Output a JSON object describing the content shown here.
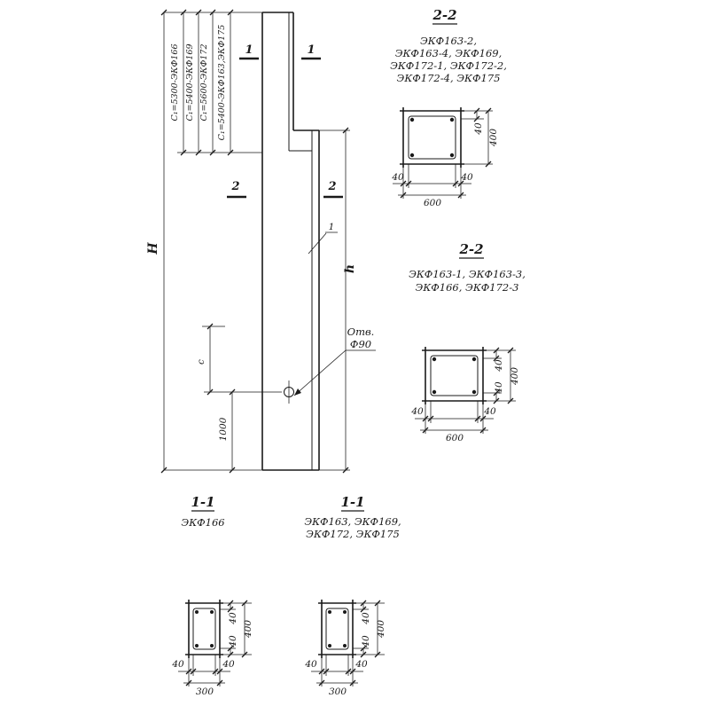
{
  "main_view": {
    "dim_H": "H",
    "dim_h": "h",
    "dim_c": "c",
    "dim_1000": "1000",
    "leader_label": "1",
    "cut_marks": {
      "one": "1",
      "two": "2"
    },
    "hole_label": {
      "line1": "Отв.",
      "line2": "Ф90"
    },
    "length_labels": [
      "C₁=5300-ЭКФ166",
      "C₁=5400-ЭКФ169",
      "C₁=5600-ЭКФ172",
      "C₁=5400-ЭКФ163,ЭКФ175"
    ]
  },
  "sections": {
    "top_2_2": {
      "title": "2-2",
      "models": [
        "ЭКФ163-2,",
        "ЭКФ163-4, ЭКФ169,",
        "ЭКФ172-1, ЭКФ172-2,",
        "ЭКФ172-4, ЭКФ175"
      ],
      "dims": {
        "cover": "40",
        "height": "400",
        "width": "600"
      }
    },
    "mid_2_2": {
      "title": "2-2",
      "models": [
        "ЭКФ163-1, ЭКФ163-3,",
        "ЭКФ166, ЭКФ172-3"
      ],
      "dims": {
        "cover": "40",
        "height": "400",
        "width": "600"
      }
    },
    "bottom_left_1_1": {
      "title": "1-1",
      "models": [
        "ЭКФ166"
      ],
      "dims": {
        "cover": "40",
        "height": "400",
        "width": "300"
      }
    },
    "bottom_right_1_1": {
      "title": "1-1",
      "models": [
        "ЭКФ163, ЭКФ169,",
        "ЭКФ172, ЭКФ175"
      ],
      "dims": {
        "cover": "40",
        "height": "400",
        "width": "300"
      }
    }
  }
}
